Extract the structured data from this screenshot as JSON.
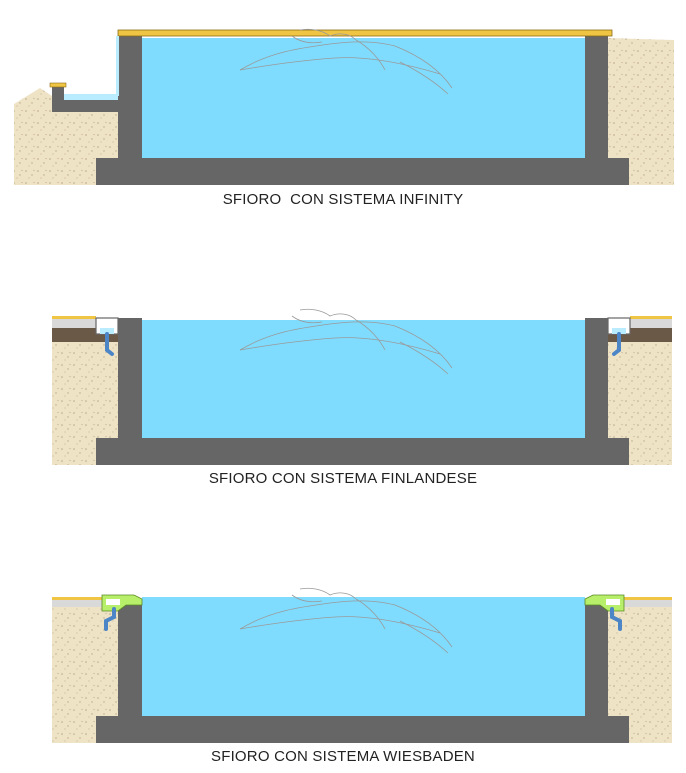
{
  "diagrams": [
    {
      "caption": "SFIORO  CON SISTEMA INFINITY"
    },
    {
      "caption": "SFIORO CON SISTEMA FINLANDESE"
    },
    {
      "caption": "SFIORO CON SISTEMA WIESBADEN"
    }
  ],
  "colors": {
    "water": "#7fdcff",
    "water_light": "#b9ecff",
    "concrete": "#666666",
    "soil": "#efe3c6",
    "soil_dots": "#b9a98a",
    "coping": "#f0c544",
    "coping_edge": "#8a6d16",
    "gravel": "#d9d9d9",
    "wood": "#6b5947",
    "grille": "#b7ef6a",
    "pipe": "#4c86c7",
    "swimmer_line": "#9a9a9a"
  }
}
